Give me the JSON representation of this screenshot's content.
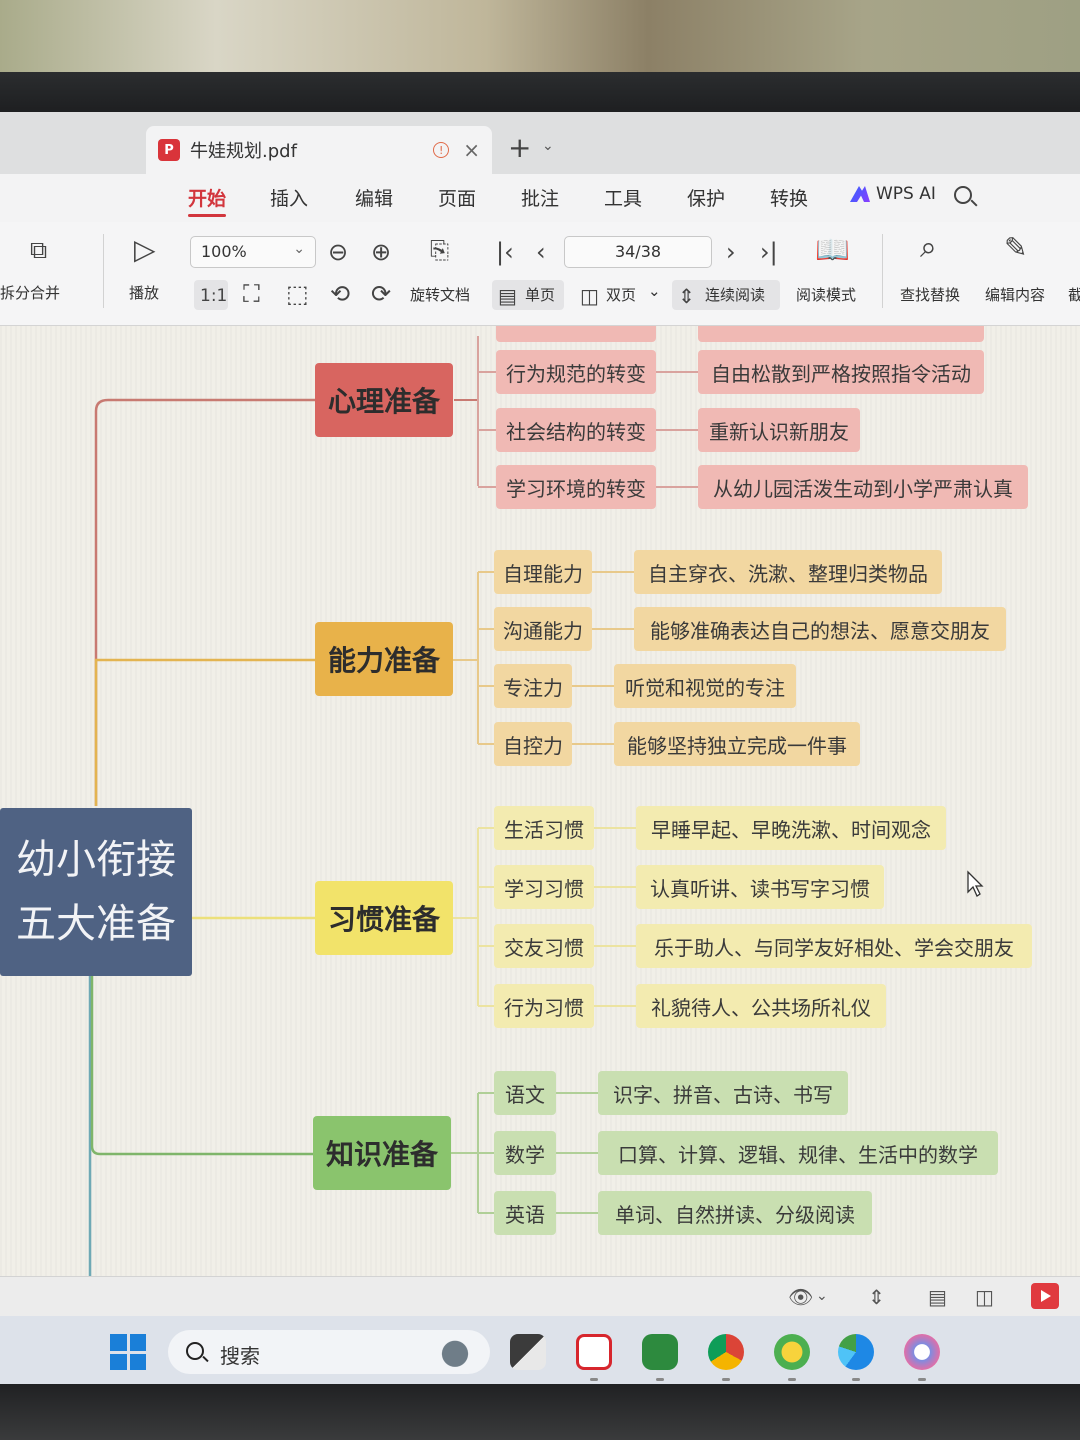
{
  "tab": {
    "title": "牛娃规划.pdf",
    "pdf_glyph": "P",
    "warn_glyph": "!",
    "close_glyph": "×",
    "add_glyph": "+",
    "add_arrow": "⌄"
  },
  "menu": {
    "items": [
      "开始",
      "插入",
      "编辑",
      "页面",
      "批注",
      "工具",
      "保护",
      "转换"
    ],
    "active": "开始",
    "ai_label": "WPS AI"
  },
  "toolbar": {
    "split_merge": "拆分合并",
    "play": "播放",
    "zoom": "100%",
    "page": "34/38",
    "rotate": "旋转文档",
    "single": "单页",
    "double": "双页",
    "continuous": "连续阅读",
    "read_mode": "阅读模式",
    "find_replace": "查找替换",
    "edit_content": "编辑内容",
    "truncated": "截"
  },
  "mindmap": {
    "root_line1": "幼小衔接",
    "root_line2": "五大准备",
    "categories": [
      {
        "label": "心理准备",
        "color": "#d86560",
        "items": [
          {
            "name": "行为规范的转变",
            "detail": "自由松散到严格按照指令活动"
          },
          {
            "name": "社会结构的转变",
            "detail": "重新认识新朋友"
          },
          {
            "name": "学习环境的转变",
            "detail": "从幼儿园活泼生动到小学严肃认真"
          }
        ]
      },
      {
        "label": "能力准备",
        "color": "#e8b24a",
        "items": [
          {
            "name": "自理能力",
            "detail": "自主穿衣、洗漱、整理归类物品"
          },
          {
            "name": "沟通能力",
            "detail": "能够准确表达自己的想法、愿意交朋友"
          },
          {
            "name": "专注力",
            "detail": "听觉和视觉的专注"
          },
          {
            "name": "自控力",
            "detail": "能够坚持独立完成一件事"
          }
        ]
      },
      {
        "label": "习惯准备",
        "color": "#f2e36a",
        "items": [
          {
            "name": "生活习惯",
            "detail": "早睡早起、早晚洗漱、时间观念"
          },
          {
            "name": "学习习惯",
            "detail": "认真听讲、读书写字习惯"
          },
          {
            "name": "交友习惯",
            "detail": "乐于助人、与同学友好相处、学会交朋友"
          },
          {
            "name": "行为习惯",
            "detail": "礼貌待人、公共场所礼仪"
          }
        ]
      },
      {
        "label": "知识准备",
        "color": "#8ac46d",
        "items": [
          {
            "name": "语文",
            "detail": "识字、拼音、古诗、书写"
          },
          {
            "name": "数学",
            "detail": "口算、计算、逻辑、规律、生活中的数学"
          },
          {
            "name": "英语",
            "detail": "单词、自然拼读、分级阅读"
          }
        ]
      }
    ]
  },
  "taskbar": {
    "search_label": "搜索"
  }
}
